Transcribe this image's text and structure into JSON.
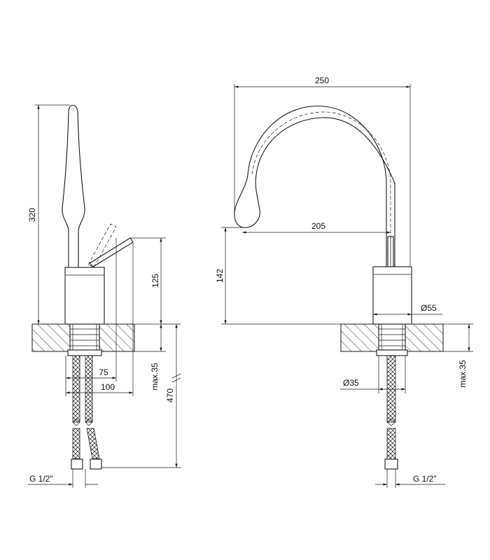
{
  "dimensions": {
    "left_height": "320",
    "lever_height": "125",
    "hose_length": "470",
    "left_max": "max.35",
    "offset_75": "75",
    "offset_100": "100",
    "left_thread": "G 1/2\"",
    "spout_width": "250",
    "spout_reach": "205",
    "spout_height": "142",
    "body_diameter": "Ø55",
    "shank_diameter": "Ø35",
    "right_max": "max.35",
    "right_thread": "G 1/2\""
  },
  "colors": {
    "line": "#1a1a1a",
    "background": "#ffffff"
  }
}
